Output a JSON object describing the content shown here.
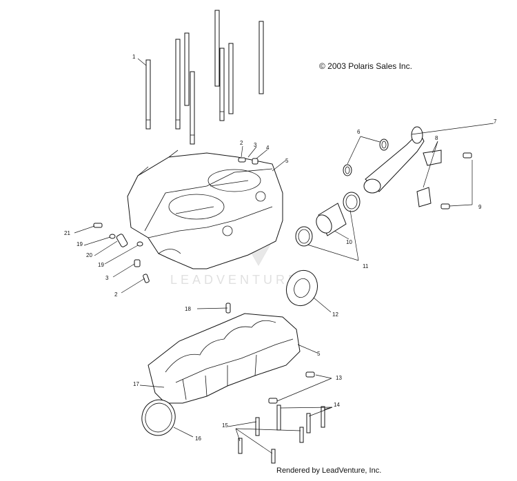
{
  "copyright": "© 2003 Polaris Sales Inc.",
  "footer": "Rendered by LeadVenture, Inc.",
  "watermark": "LEADVENTURE",
  "callouts": [
    "1",
    "2",
    "3",
    "4",
    "5",
    "6",
    "7",
    "8",
    "9",
    "10",
    "11",
    "12",
    "13",
    "14",
    "15",
    "16",
    "17",
    "18",
    "19",
    "20",
    "21"
  ]
}
